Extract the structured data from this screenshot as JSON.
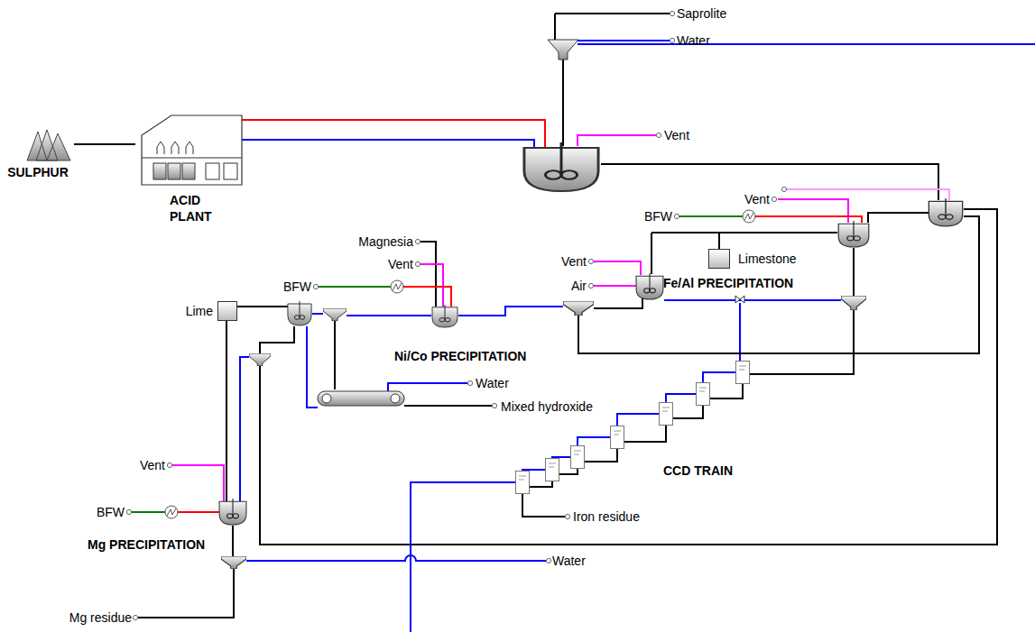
{
  "diagram": {
    "nodes": [
      {
        "text": [
          "SULPHUR"
        ]
      },
      {
        "text": [
          "ACID PLANT"
        ]
      },
      {
        "text": [
          "Limestone"
        ]
      },
      {
        "text": [
          "Lime"
        ]
      }
    ],
    "edges": [
      {
        "from": 0,
        "to": 1,
        "arrow": "none"
      }
    ],
    "labels": [
      "Saprolite",
      "Water",
      "Vent",
      "Vent",
      "BFW",
      "Vent",
      "Air",
      "Fe/Al PRECIPITATION",
      "Magnesia",
      "Vent",
      "BFW",
      "Ni/Co PRECIPITATION",
      "Water",
      "Mixed hydroxide",
      "CCD TRAIN",
      "Iron residue",
      "Vent",
      "BFW",
      "Mg PRECIPITATION",
      "Water",
      "Mg residue"
    ]
  }
}
